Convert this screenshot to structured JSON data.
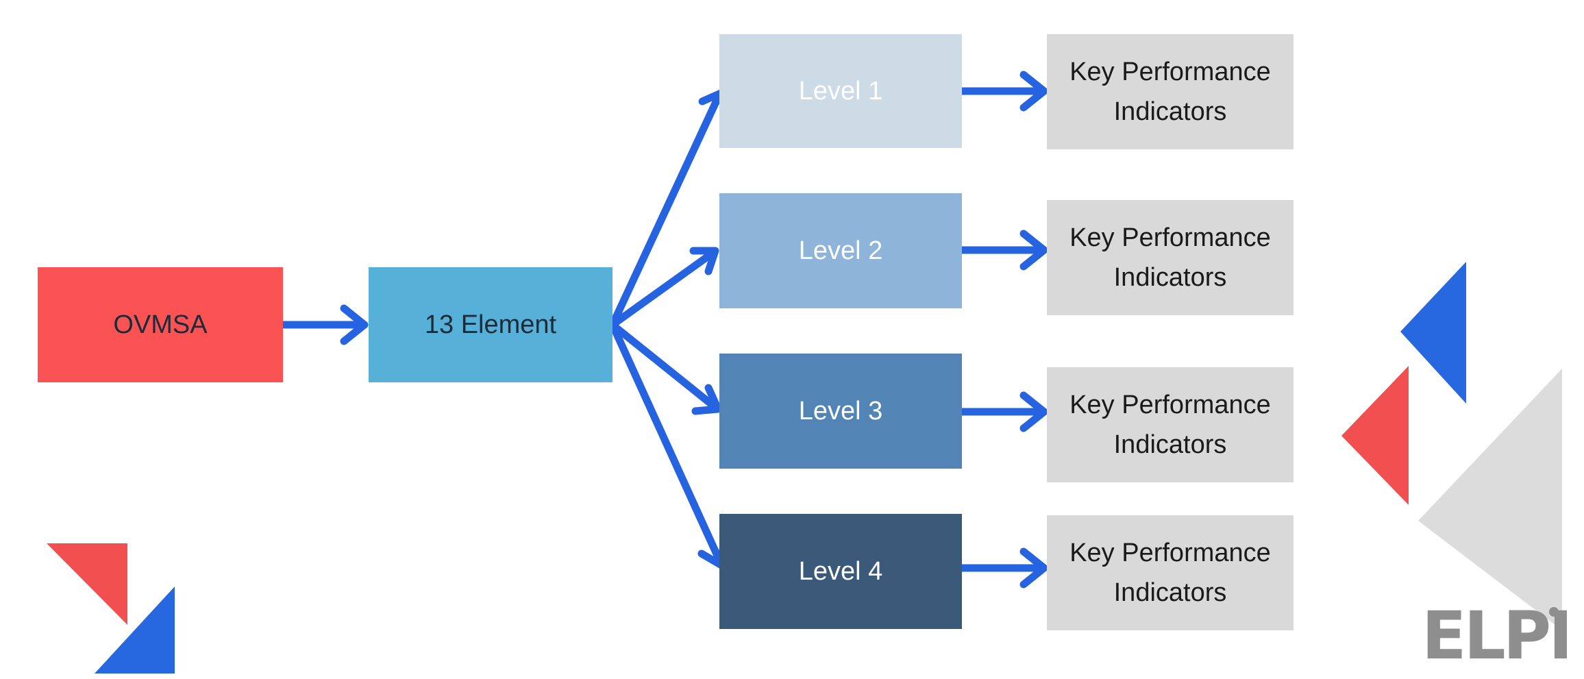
{
  "nodes": {
    "source": "OVMSA",
    "element": "13 Element",
    "levels": [
      "Level 1",
      "Level 2",
      "Level 3",
      "Level 4"
    ],
    "kpi": "Key Performance Indicators"
  },
  "logo": {
    "text": "ELPI"
  },
  "colors": {
    "source": "#fb5353",
    "element": "#57b0d8",
    "level_1": "#cddbe7",
    "level_2": "#8fb4da",
    "level_3": "#5384b6",
    "level_4": "#3b5a7a",
    "kpi_box": "#d9d9d9",
    "arrow": "#2563e0",
    "accent_red": "#f25050",
    "accent_blue": "#2768e0",
    "accent_grey": "#d9d9d9",
    "logo": "#8e8e8e"
  }
}
